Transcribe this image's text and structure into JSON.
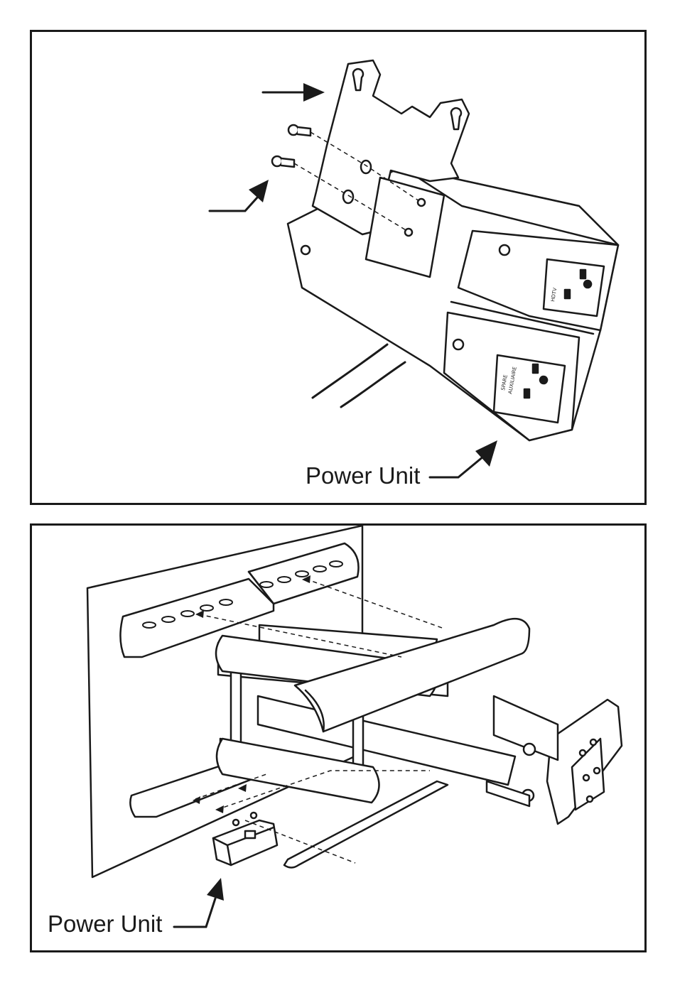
{
  "panels": [
    {
      "callout": "Power Unit",
      "outlet_labels": [
        "HDTV",
        "SPARE",
        "AUXILIAIRE"
      ]
    },
    {
      "callout": "Power Unit"
    }
  ],
  "colors": {
    "line": "#1a1a1a",
    "fill": "#ffffff"
  }
}
